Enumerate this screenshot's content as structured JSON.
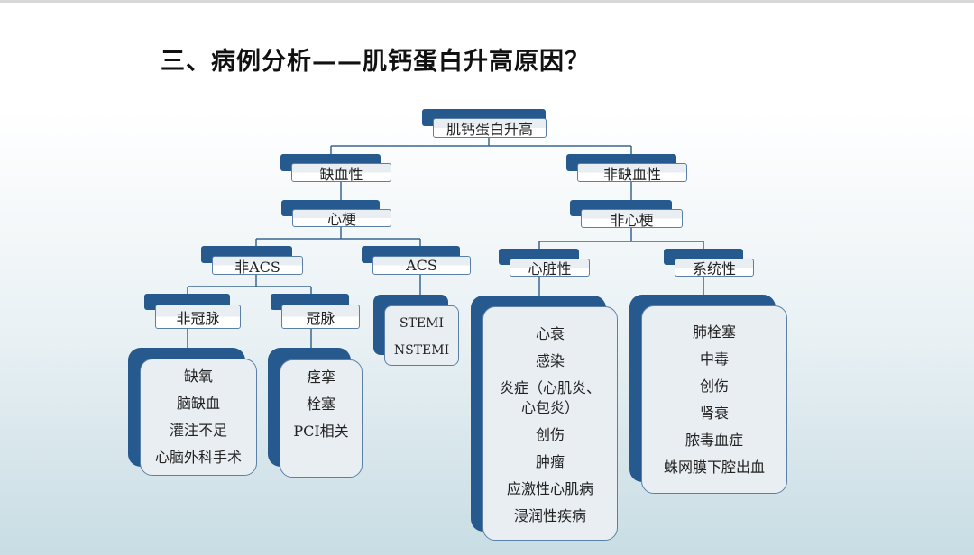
{
  "title": "三、病例分析——肌钙蛋白升高原因？",
  "nodes": {
    "root": "肌钙蛋白升高",
    "ischemic": "缺血性",
    "non_ischemic": "非缺血性",
    "mi": "心梗",
    "non_mi": "非心梗",
    "non_acs": "非ACS",
    "acs": "ACS",
    "cardiac": "心脏性",
    "systemic": "系统性",
    "non_coronary": "非冠脉",
    "coronary": "冠脉"
  },
  "leaves": {
    "acs": [
      "STEMI",
      "NSTEMI"
    ],
    "non_coronary": [
      "缺氧",
      "脑缺血",
      "灌注不足",
      "心脑外科手术"
    ],
    "coronary": [
      "痉挛",
      "栓塞",
      "PCI相关"
    ],
    "cardiac": [
      "心衰",
      "感染",
      "炎症（心肌炎、",
      "心包炎）",
      "创伤",
      "肿瘤",
      "应激性心肌病",
      "浸润性疾病"
    ],
    "systemic": [
      "肺栓塞",
      "中毒",
      "创伤",
      "肾衰",
      "脓毒血症",
      "蛛网膜下腔出血"
    ]
  }
}
